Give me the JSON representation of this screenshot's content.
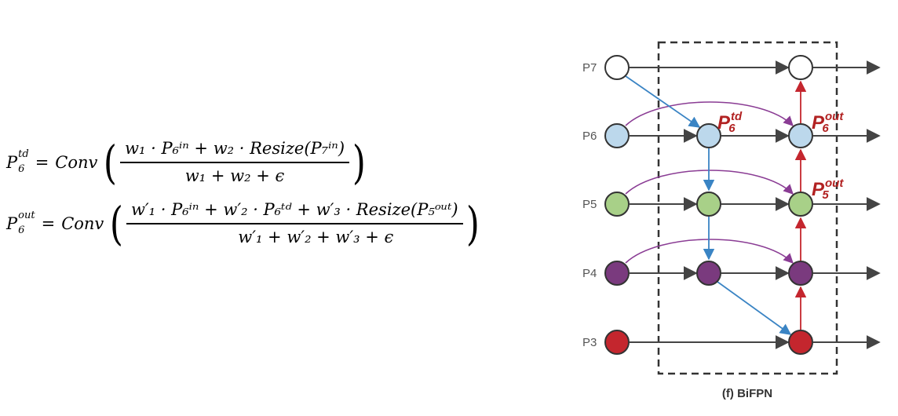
{
  "equations": {
    "eq1": {
      "lhs": {
        "base": "P",
        "sub": "6",
        "sup": "td"
      },
      "equals": "=",
      "func": "Conv",
      "numerator": "w₁ · P₆ⁱⁿ + w₂ · Resize(P₇ⁱⁿ)",
      "denominator": "w₁ + w₂ + ϵ"
    },
    "eq2": {
      "lhs": {
        "base": "P",
        "sub": "6",
        "sup": "out"
      },
      "equals": "=",
      "func": "Conv",
      "numerator": "w′₁ · P₆ⁱⁿ + w′₂ · P₆ᵗᵈ + w′₃ · Resize(P₅ᵒᵘᵗ)",
      "denominator": "w′₁ + w′₂ + w′₃ + ϵ"
    }
  },
  "diagram": {
    "caption": "(f) BiFPN",
    "level_labels": [
      "P7",
      "P6",
      "P5",
      "P4",
      "P3"
    ],
    "annotations": [
      {
        "base": "P",
        "sub": "6",
        "sup": "td"
      },
      {
        "base": "P",
        "sub": "6",
        "sup": "out"
      },
      {
        "base": "P",
        "sub": "5",
        "sup": "out"
      }
    ],
    "colors": {
      "p7": "#ffffff",
      "p6": "#bcd8ec",
      "p5": "#a8d088",
      "p4": "#7a3a7e",
      "p3": "#c4262e",
      "top_down_arrow": "#3a84c4",
      "bottom_up_arrow": "#c4262e",
      "skip_arrow": "#8a3c94",
      "lateral_arrow": "#444444",
      "annotation": "#b22222",
      "box_border": "#333333"
    }
  }
}
